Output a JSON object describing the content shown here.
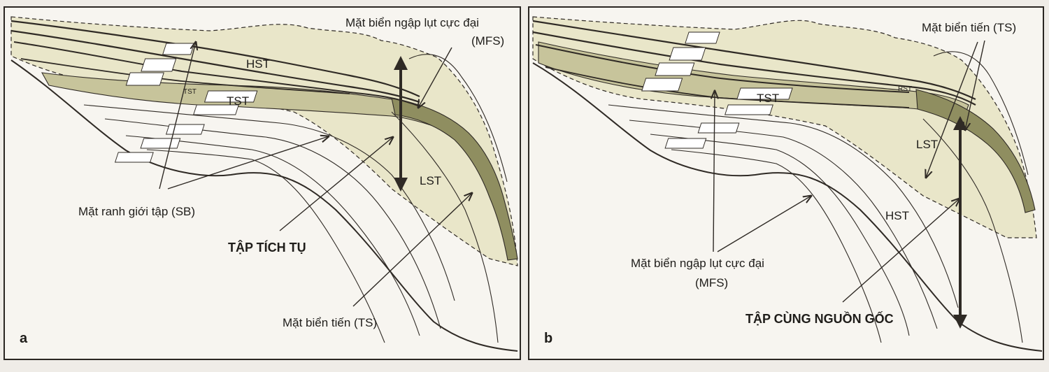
{
  "panels": [
    {
      "letter": "a",
      "labels": {
        "mfs": "Mặt biển ngập lụt cực đại",
        "mfs_abbr": "(MFS)",
        "hst": "HST",
        "tst": "TST",
        "tst_small": "TST",
        "lst": "LST",
        "sb": "Mặt ranh giới tập (SB)",
        "title": "TẬP TÍCH TỤ",
        "ts": "Mặt biển tiến (TS)"
      }
    },
    {
      "letter": "b",
      "labels": {
        "ts": "Mặt biển tiến (TS)",
        "tst": "TST",
        "rst": "RST",
        "lst": "LST",
        "hst": "HST",
        "mfs": "Mặt biển ngập lụt cực đại",
        "mfs_abbr": "(MFS)",
        "title": "TẬP CÙNG NGUỒN GỐC"
      }
    }
  ],
  "colors": {
    "frame": "#2a2622",
    "paper": "#f7f5f0",
    "light_fill": "#e9e6c9",
    "medium_fill": "#c7c49b",
    "dark_fill": "#8f8e60",
    "line": "#2f2a25"
  }
}
